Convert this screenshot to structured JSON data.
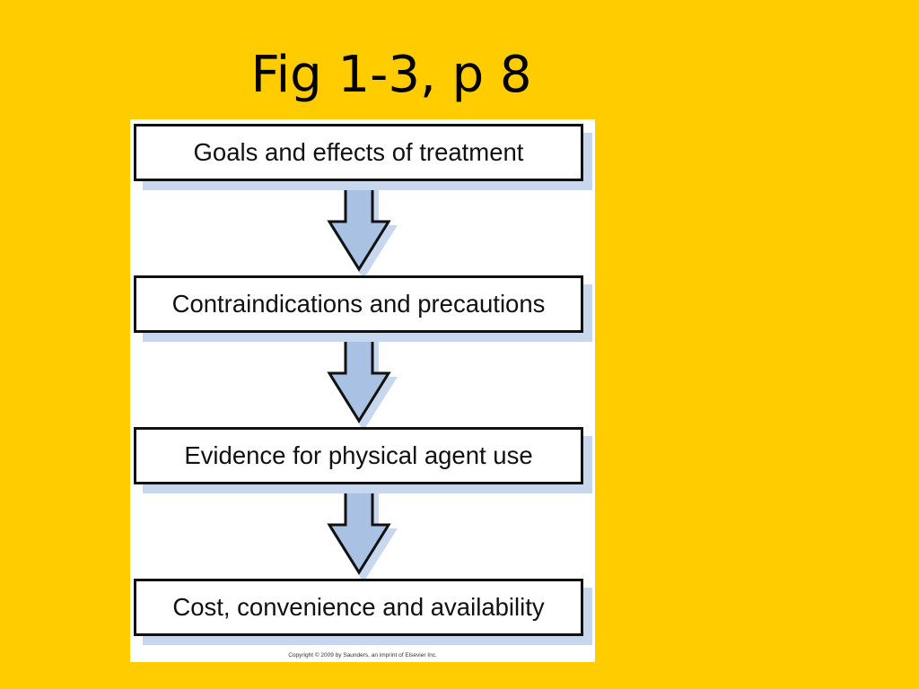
{
  "slide": {
    "title": "Fig 1-3, p 8",
    "background_color": "#FFCC00"
  },
  "figure": {
    "steps": [
      "Goals and effects of treatment",
      "Contraindications and precautions",
      "Evidence for physical agent use",
      "Cost, convenience and availability"
    ],
    "arrow_fill_color": "#A9C1E3",
    "shadow_color": "#C6D7EE",
    "copyright": "Copyright © 2009 by Saunders, an imprint of Elsevier Inc."
  }
}
